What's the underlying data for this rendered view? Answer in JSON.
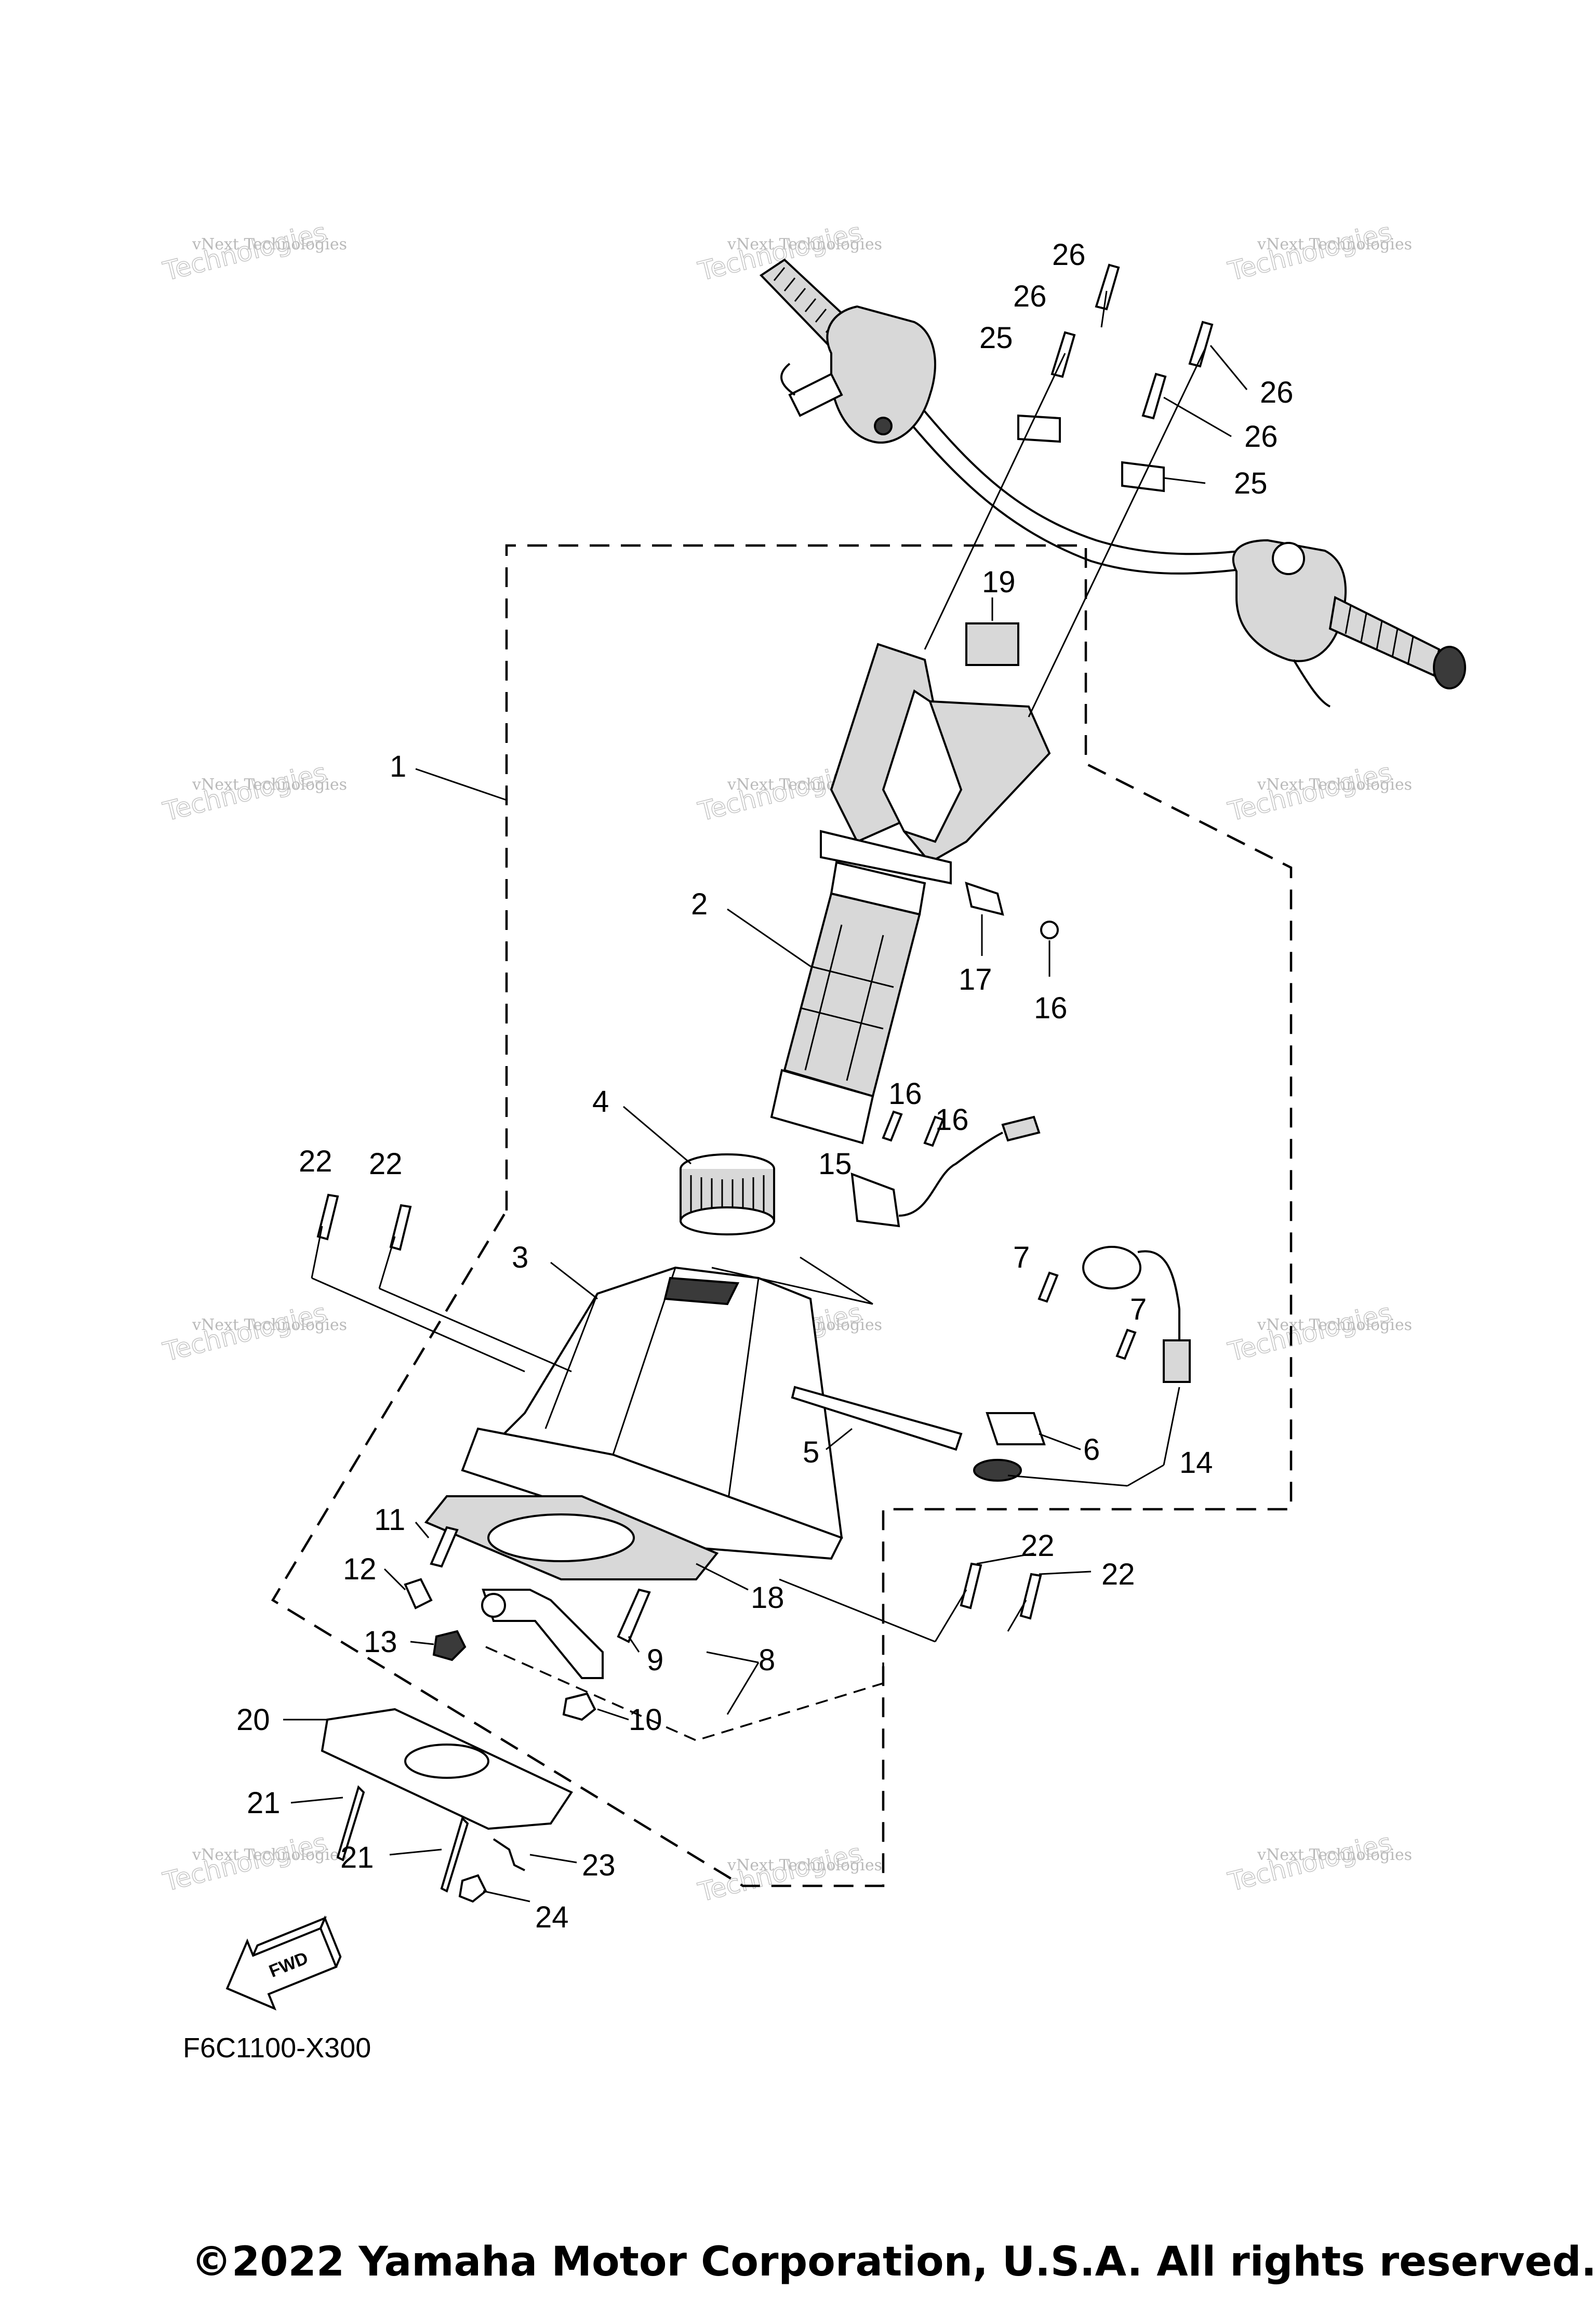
{
  "diagram_code": "F6C1100-X300",
  "copyright": "©2022 Yamaha Motor Corporation, U.S.A. All rights reserved.",
  "direction_arrow": {
    "label": "FWD",
    "icon": "fwd-arrow-icon"
  },
  "watermark": {
    "line1": "vNext Technologies",
    "line2": "Technologies"
  },
  "callouts": {
    "c1": "1",
    "c2": "2",
    "c3": "3",
    "c4": "4",
    "c5": "5",
    "c6": "6",
    "c7a": "7",
    "c7b": "7",
    "c8": "8",
    "c9": "9",
    "c10": "10",
    "c11": "11",
    "c12": "12",
    "c13": "13",
    "c14": "14",
    "c15": "15",
    "c16a": "16",
    "c16b": "16",
    "c16c": "16",
    "c17": "17",
    "c18": "18",
    "c19": "19",
    "c20": "20",
    "c21a": "21",
    "c21b": "21",
    "c22a": "22",
    "c22b": "22",
    "c22c": "22",
    "c22d": "22",
    "c23": "23",
    "c24": "24",
    "c25a": "25",
    "c25b": "25",
    "c26a": "26",
    "c26b": "26",
    "c26c": "26",
    "c26d": "26"
  }
}
